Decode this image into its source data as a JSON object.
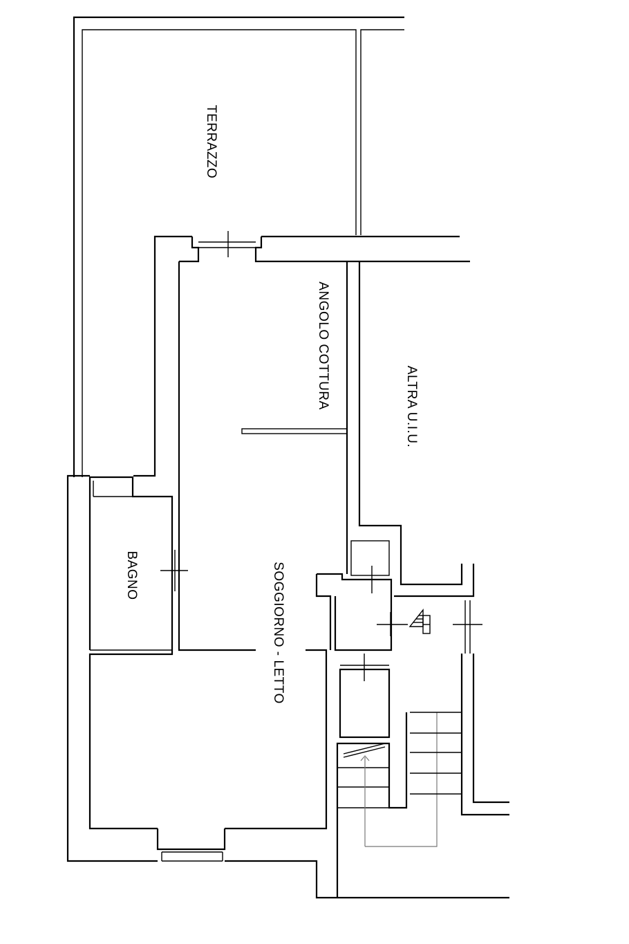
{
  "rooms": {
    "terrazzo": "TERRAZZO",
    "angolo_cottura": "ANGOLO COTTURA",
    "altra_uiu": "ALTRA U.I.U.",
    "bagno": "BAGNO",
    "soggiorno_letto": "SOGGIORNO - LETTO"
  }
}
